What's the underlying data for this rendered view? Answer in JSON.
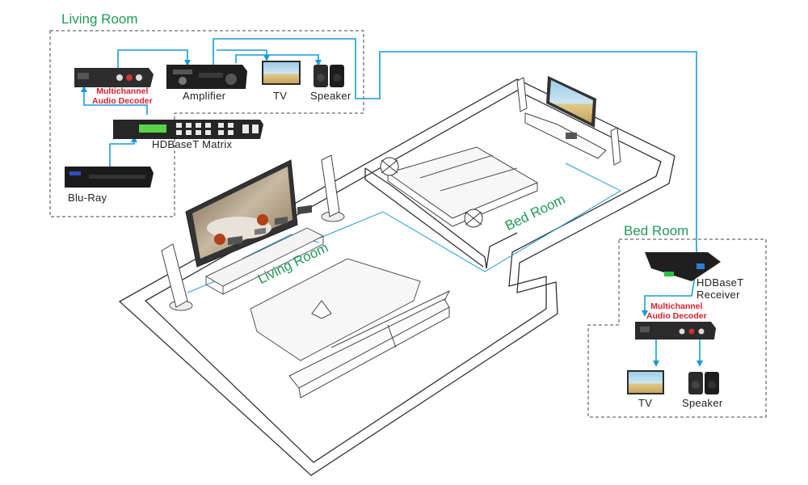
{
  "living_room_panel": {
    "title": "Living Room",
    "decoder_line1": "Multichannel",
    "decoder_line2": "Audio Decoder",
    "amplifier": "Amplifier",
    "tv": "TV",
    "speaker": "Speaker",
    "matrix": "HDBaseT Matrix",
    "bluray": "Blu-Ray"
  },
  "bed_room_panel": {
    "title": "Bed Room",
    "receiver_line1": "HDBaseT",
    "receiver_line2": "Receiver",
    "decoder_line1": "Multichannel",
    "decoder_line2": "Audio Decoder",
    "tv": "TV",
    "speaker": "Speaker"
  },
  "floorplan": {
    "living_room_label": "Living Room",
    "bed_room_label": "Bed Room"
  },
  "colors": {
    "room_title": "#1f9a57",
    "decoder_label": "#d81e2a",
    "cable": "#1a9bd7",
    "panel_border": "#444444"
  }
}
